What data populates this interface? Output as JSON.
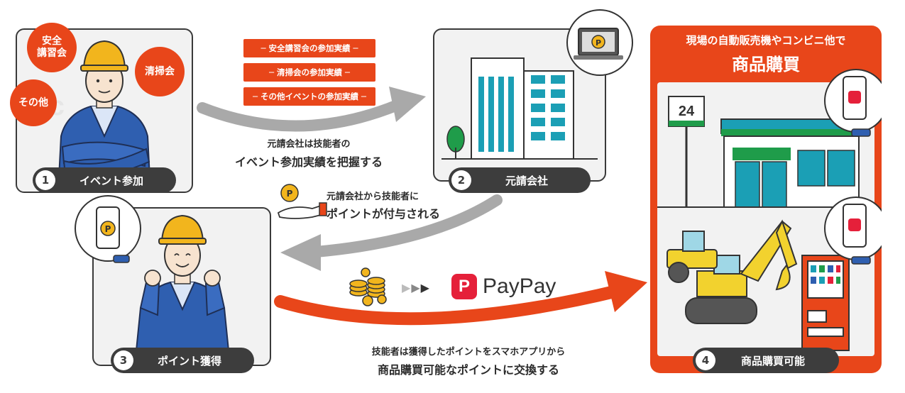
{
  "steps": [
    {
      "num": "1",
      "label": "イベント参加"
    },
    {
      "num": "2",
      "label": "元請会社"
    },
    {
      "num": "3",
      "label": "ポイント獲得"
    },
    {
      "num": "4",
      "label": "商品購買可能"
    }
  ],
  "event_bubbles": {
    "safety": "安全\n講習会",
    "cleaning": "清掃会",
    "other": "その他"
  },
  "event_tags": [
    "─ 安全講習会の参加実績 ─",
    "─ 清掃会の参加実績 ─",
    "─ その他イベントの参加実績 ─"
  ],
  "captions": {
    "grasp_line1": "元請会社は技能者の",
    "grasp_line2": "イベント参加実績を把握する",
    "grant_line1": "元請会社から技能者に",
    "grant_line2": "ポイントが付与される",
    "exchange_line1": "技能者は獲得したポイントをスマホアプリから",
    "exchange_line2": "商品購買可能なポイントに交換する"
  },
  "purchase": {
    "header_line1": "現場の自動販売機やコンビニ他で",
    "header_line2": "商品購買"
  },
  "paypay": {
    "brand": "PayPay",
    "logo_letter": "P"
  },
  "icons": {
    "point_letter": "P",
    "store_sign": "24",
    "bg_watermark": "etc"
  },
  "colors": {
    "accent": "#e8461a",
    "dark": "#3d3d3d",
    "panel": "#f2f2f2",
    "worker_blue": "#2f5fb0",
    "helmet": "#f2b51d",
    "building_teal": "#1b9fb5",
    "store_green": "#1f9c4a",
    "paypay_red": "#e5203a"
  }
}
